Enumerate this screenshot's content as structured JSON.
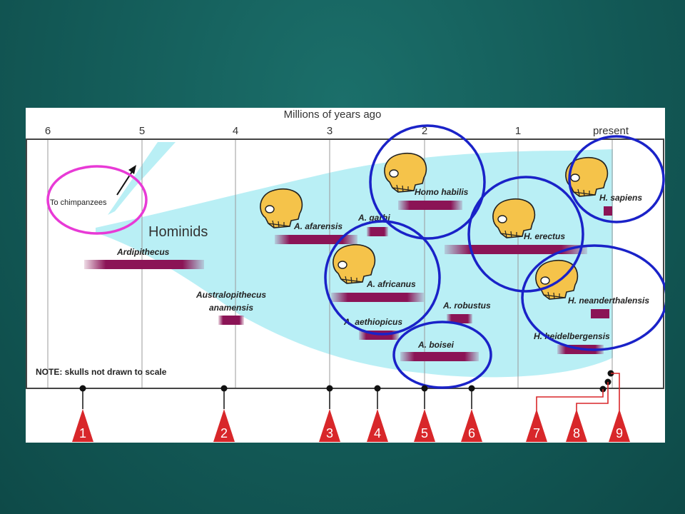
{
  "header": {
    "title": "Millions of years ago",
    "ticks": [
      "6",
      "5",
      "4",
      "3",
      "2",
      "1",
      "present"
    ]
  },
  "labels": {
    "chimp": "To chimpanzees",
    "hominids": "Hominids",
    "note": "NOTE: skulls not drawn to scale"
  },
  "species": {
    "ardipithecus": "Ardipithecus",
    "australo1": "Australopithecus",
    "australo2": "anamensis",
    "afarensis": "A. afarensis",
    "garhi": "A. garhi",
    "habilis": "Homo habilis",
    "erectus": "H. erectus",
    "sapiens": "H. sapiens",
    "africanus": "A. africanus",
    "robustus": "A. robustus",
    "aethiopicus": "A. aethiopicus",
    "boisei": "A. boisei",
    "neanderthalensis": "H. neanderthalensis",
    "heidelbergensis": "H. heidelbergensis"
  },
  "markers": [
    "1",
    "2",
    "3",
    "4",
    "5",
    "6",
    "7",
    "8",
    "9"
  ],
  "colors": {
    "bar": "#8b1456",
    "tree": "#b9eff5",
    "skull": "#f5c34a",
    "circle_blue": "#1a22c8",
    "circle_pink": "#e83ad6",
    "marker": "#d8272a"
  }
}
